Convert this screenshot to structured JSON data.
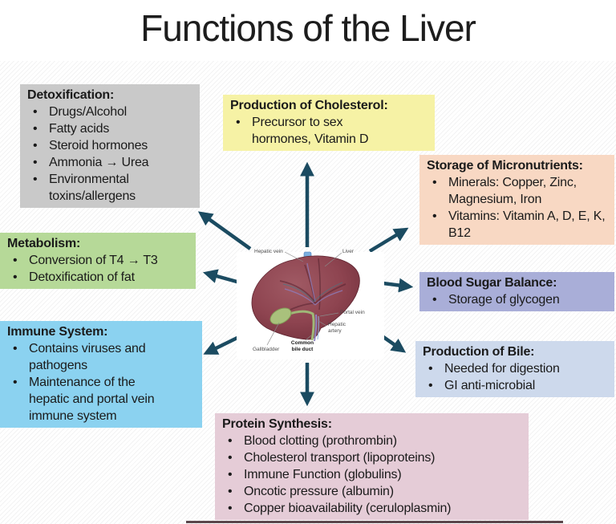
{
  "title": "Functions of the Liver",
  "boxes": {
    "detoxification": {
      "header": "Detoxification:",
      "color": "#c9c9c9",
      "bullets": [
        "Drugs/Alcohol",
        "Fatty acids",
        "Steroid hormones",
        "Ammonia → Urea",
        "Environmental toxins/allergens"
      ]
    },
    "cholesterol": {
      "header": "Production of Cholesterol:",
      "color": "#f6f2a5",
      "bullets": [
        "Precursor to sex hormones, Vitamin D"
      ]
    },
    "micronutrients": {
      "header": "Storage of Micronutrients:",
      "color": "#f8d8c3",
      "bullets": [
        "Minerals: Copper, Zinc, Magnesium, Iron",
        "Vitamins: Vitamin A, D, E, K, B12"
      ]
    },
    "metabolism": {
      "header": "Metabolism:",
      "color": "#b6d998",
      "bullets": [
        "Conversion of T4 → T3",
        "Detoxification of fat"
      ]
    },
    "blood_sugar": {
      "header": "Blood Sugar Balance:",
      "color": "#a9aed8",
      "bullets": [
        "Storage of glycogen"
      ]
    },
    "immune": {
      "header": "Immune System:",
      "color": "#8bd2f0",
      "bullets": [
        "Contains viruses and pathogens",
        "Maintenance of the hepatic and portal vein immune system"
      ]
    },
    "bile": {
      "header": "Production of Bile:",
      "color": "#cdd9ec",
      "bullets": [
        "Needed for digestion",
        "GI anti-microbial"
      ]
    },
    "protein": {
      "header": "Protein Synthesis:",
      "color": "#e5ccd7",
      "bullets": [
        "Blood clotting (prothrombin)",
        "Cholesterol transport (lipoproteins)",
        "Immune Function (globulins)",
        "Oncotic pressure (albumin)",
        "Copper bioavailability (ceruloplasmin)"
      ]
    }
  },
  "diagram": {
    "arrow_color": "#1b4b61",
    "labels": {
      "hepatic_vein": "Hepatic vein",
      "liver": "Liver",
      "portal_vein": "Portal vein",
      "hepatic_artery": "Hepatic artery",
      "common_bile_duct": "Common bile duct",
      "gallbladder": "Gallbladder"
    },
    "liver_color": "#8e4450",
    "gallbladder_color": "#a9c17c"
  }
}
